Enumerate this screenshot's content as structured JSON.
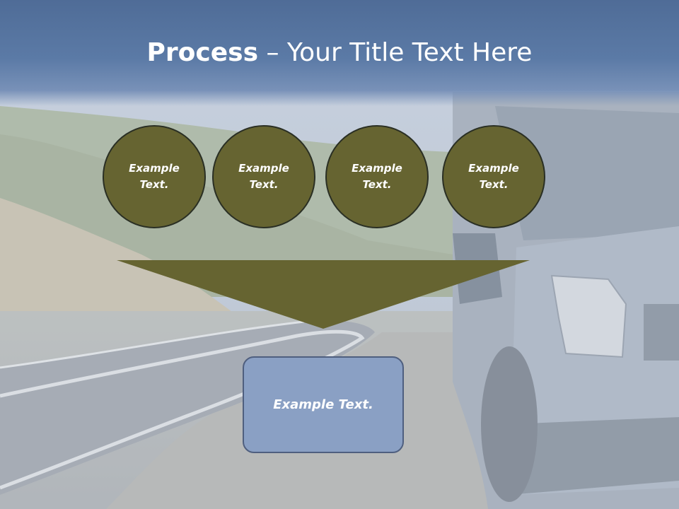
{
  "slide": {
    "title_bold": "Process",
    "title_rest": " – Your Title Text Here"
  },
  "circles": [
    {
      "label": "Example\nText."
    },
    {
      "label": "Example\nText."
    },
    {
      "label": "Example\nText."
    },
    {
      "label": "Example\nText."
    }
  ],
  "result": {
    "label": "Example Text."
  },
  "colors": {
    "title_bar": "#5b7aa6",
    "circle_fill": "#666431",
    "funnel_fill": "#666431",
    "result_fill": "#8aa0c4",
    "text": "#ffffff"
  }
}
